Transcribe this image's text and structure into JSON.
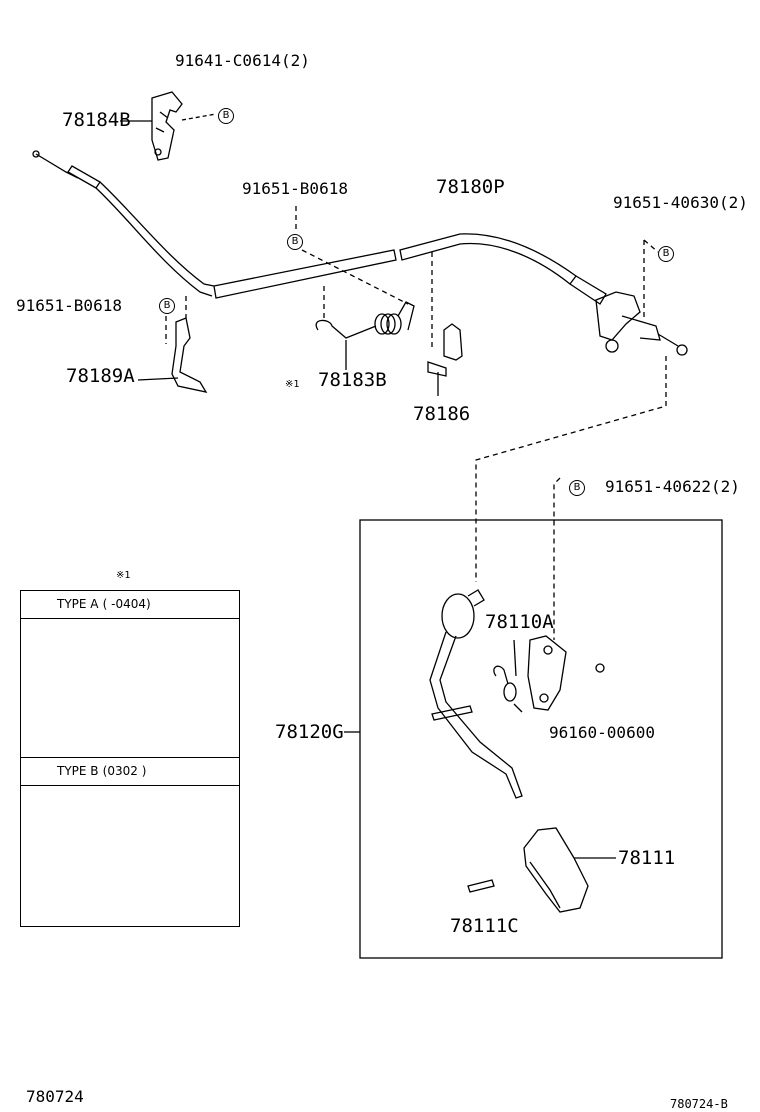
{
  "diagram": {
    "footer_left": "780724",
    "footer_right": "780724-B",
    "marker_symbol": "B",
    "note_mark": "※1",
    "parts": {
      "p91641": "91641-C0614(2)",
      "p78184B": "78184B",
      "p91651_B0618_top": "91651-B0618",
      "p78180P": "78180P",
      "p91651_40630": "91651-40630(2)",
      "p91651_B0618_left": "91651-B0618",
      "p78189A": "78189A",
      "p78183B": "78183B",
      "p78186": "78186",
      "p91651_40622": "91651-40622(2)",
      "p78110A": "78110A",
      "p78120G": "78120G",
      "p96160": "96160-00600",
      "p78111": "78111",
      "p78111C": "78111C"
    },
    "types": {
      "type_a_label": "TYPE A",
      "type_a_range": "( -0404)",
      "type_b_label": "TYPE B",
      "type_b_range": "(0302 )"
    }
  }
}
